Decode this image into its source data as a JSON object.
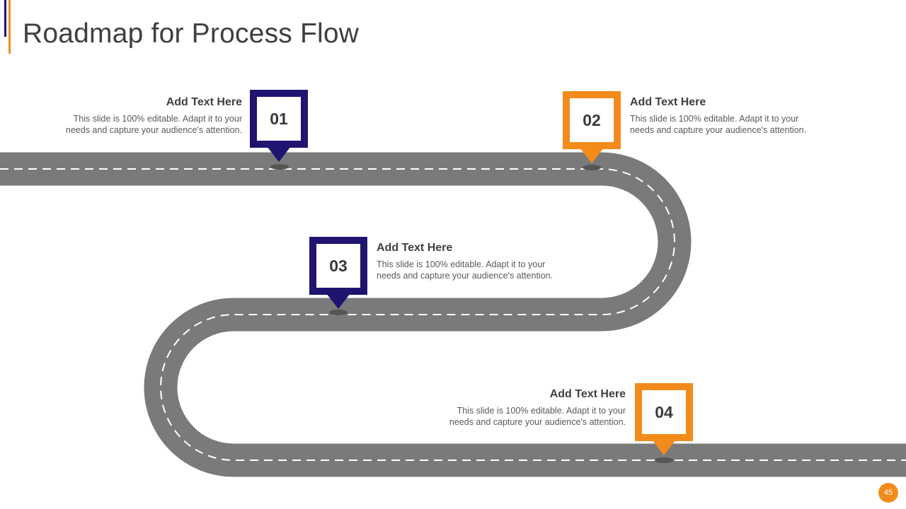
{
  "title": "Roadmap for Process Flow",
  "colors": {
    "navy": "#1f1470",
    "orange": "#f38b1c",
    "road": "#7a7a7a"
  },
  "steps": [
    {
      "number": "01",
      "heading": "Add Text Here",
      "body_line1": "This slide is 100% editable. Adapt it to your",
      "body_line2": "needs and capture your audience's attention."
    },
    {
      "number": "02",
      "heading": "Add Text Here",
      "body_line1": "This slide is 100% editable. Adapt it to your",
      "body_line2": "needs and capture your audience's attention."
    },
    {
      "number": "03",
      "heading": "Add Text Here",
      "body_line1": "This slide is 100% editable. Adapt it to your",
      "body_line2": "needs and capture your audience's attention."
    },
    {
      "number": "04",
      "heading": "Add Text Here",
      "body_line1": "This slide is 100% editable. Adapt it to your",
      "body_line2": "needs and capture your audience's attention."
    }
  ],
  "page_number": "45"
}
